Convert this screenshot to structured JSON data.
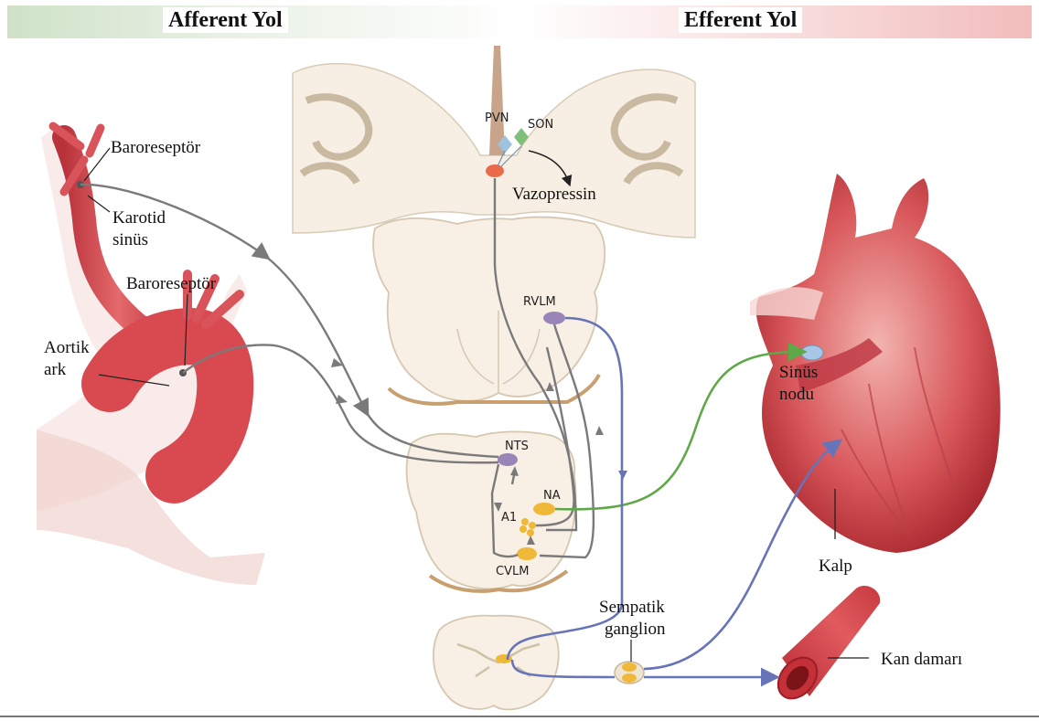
{
  "header": {
    "afferent_title": "Afferent Yol",
    "efferent_title": "Efferent Yol"
  },
  "labels": {
    "baroreceptor_carotid": "Baroreseptör",
    "carotid_sinus_line1": "Karotid",
    "carotid_sinus_line2": "sinüs",
    "baroreceptor_aortic": "Baroreseptör",
    "aortic_arch_line1": "Aortik",
    "aortic_arch_line2": "ark",
    "pvn": "PVN",
    "son": "SON",
    "vasopressin": "Vazopressin",
    "rvlm": "RVLM",
    "nts": "NTS",
    "na": "NA",
    "a1": "A1",
    "cvlm": "CVLM",
    "sinus_node_line1": "Sinüs",
    "sinus_node_line2": "nodu",
    "heart": "Kalp",
    "sympathetic_line1": "Sempatik",
    "sympathetic_line2": "ganglion",
    "blood_vessel": "Kan damarı"
  },
  "colors": {
    "afferent_nerve": "#7a7a7a",
    "vagal_path": "#5fa848",
    "sympathetic_path": "#6874b8",
    "artery": "#d8444a",
    "nucleus_purple": "#9b84b8",
    "nucleus_yellow": "#f0b838",
    "brain_tissue": "#f7efe3"
  }
}
